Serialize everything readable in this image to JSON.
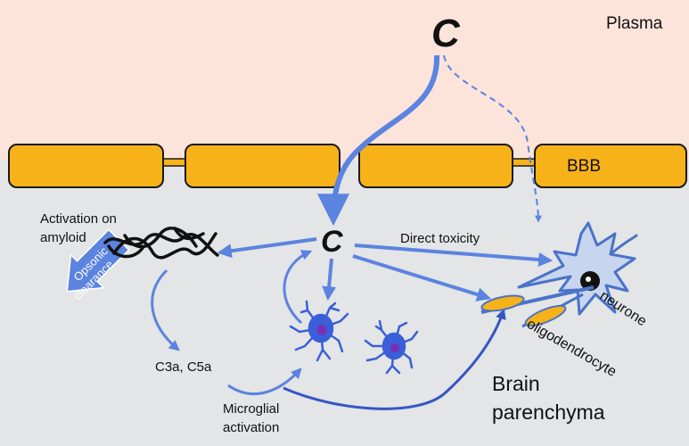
{
  "labels": {
    "plasma": "Plasma",
    "bbb": "BBB",
    "c_plasma": "C",
    "c_brain": "C",
    "activation_line1": "Activation on",
    "activation_line2": "amyloid",
    "opsonic_line1": "Opsonic",
    "opsonic_line2": "clearance",
    "c3a_c5a": "C3a, C5a",
    "microglial_line1": "Microglial",
    "microglial_line2": "activation",
    "direct_toxicity": "Direct toxicity",
    "neurone": "neurone",
    "oligodendrocyte": "oligodendrocyte",
    "brain_line1": "Brain",
    "brain_line2": "parenchyma"
  },
  "colors": {
    "plasma_bg": "#fce4da",
    "brain_bg": "#e3e5e6",
    "bbb_fill": "#f7b21a",
    "bbb_stroke": "#1a1a1a",
    "arrow": "#5b83e0",
    "arrow_dark": "#3556c4",
    "microglia": "#3a5fd9",
    "microglia_nucleus": "#7a2fb3",
    "neurone_fill": "#c7d6ee",
    "neurone_stroke": "#4a73c9",
    "oligo_fill": "#f7b21a"
  }
}
